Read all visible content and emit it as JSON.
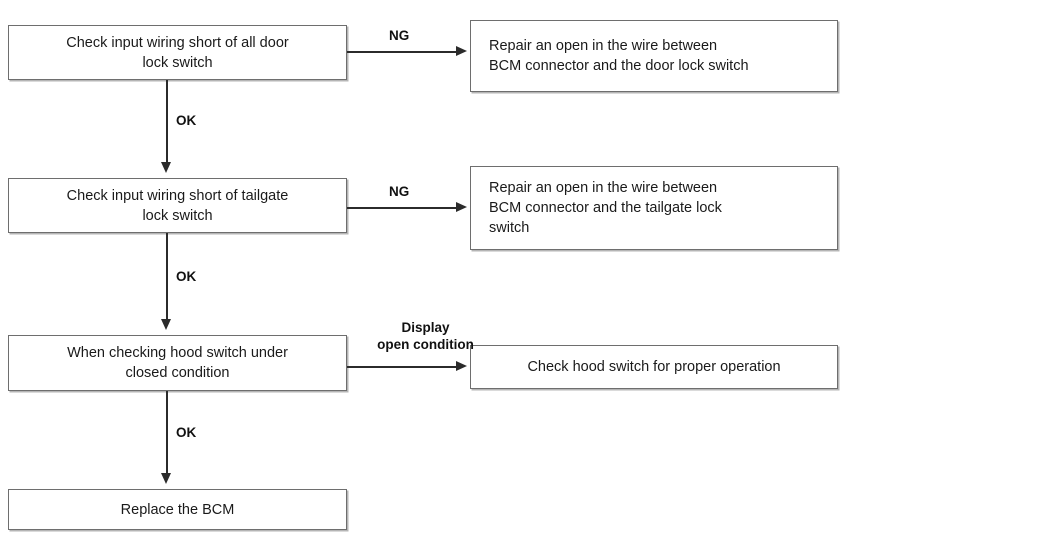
{
  "diagram": {
    "type": "flowchart",
    "title": "BCM door / tailgate / hood switch diagnostic flow",
    "colors": {
      "box_border": "#6e6e6e",
      "box_fill": "#ffffff",
      "connector": "#2b2b2b",
      "text": "#1a1a1a",
      "label_text": "#111111"
    },
    "nodes": {
      "door_lock_check": "Check input wiring short of all door\nlock switch",
      "repair_door_lock": "Repair an open in the wire between\nBCM connector and the door lock switch",
      "tailgate_check": "Check input wiring short of tailgate\nlock switch",
      "repair_tailgate": "Repair an open in the wire between\nBCM connector and the tailgate lock\nswitch",
      "hood_check": "When checking hood switch under\nclosed condition",
      "check_hood_operation": "Check hood switch for proper operation",
      "replace_bcm": "Replace the BCM"
    },
    "edge_labels": {
      "ok_1": "OK",
      "ok_2": "OK",
      "ok_3": "OK",
      "ng_1": "NG",
      "ng_2": "NG",
      "display_open": "Display\nopen condition"
    }
  }
}
